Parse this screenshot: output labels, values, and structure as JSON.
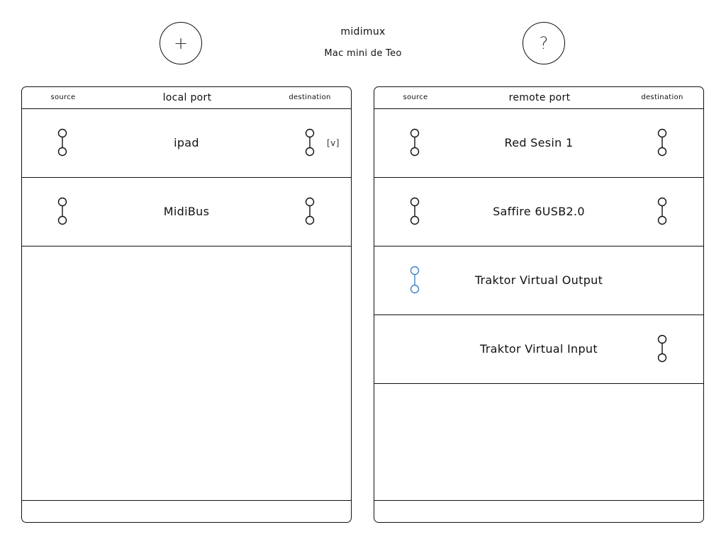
{
  "header": {
    "add_label": "+",
    "help_label": "?",
    "app_title": "midimux",
    "host_name": "Mac mini de Teo"
  },
  "colors": {
    "default": "#111111",
    "active": "#3a86c8"
  },
  "local": {
    "source_label": "source",
    "title": "local port",
    "destination_label": "destination",
    "rows": [
      {
        "label": "ipad",
        "has_source": true,
        "has_destination": true,
        "source_active": false,
        "flag": "[v]"
      },
      {
        "label": "MidiBus",
        "has_source": true,
        "has_destination": true,
        "source_active": false,
        "flag": ""
      }
    ]
  },
  "remote": {
    "source_label": "source",
    "title": "remote port",
    "destination_label": "destination",
    "rows": [
      {
        "label": "Red Sesin 1",
        "has_source": true,
        "has_destination": true,
        "source_active": false,
        "flag": ""
      },
      {
        "label": "Saffire 6USB2.0",
        "has_source": true,
        "has_destination": true,
        "source_active": false,
        "flag": ""
      },
      {
        "label": "Traktor Virtual Output",
        "has_source": true,
        "has_destination": false,
        "source_active": true,
        "flag": ""
      },
      {
        "label": "Traktor Virtual Input",
        "has_source": false,
        "has_destination": true,
        "source_active": false,
        "flag": ""
      }
    ]
  }
}
